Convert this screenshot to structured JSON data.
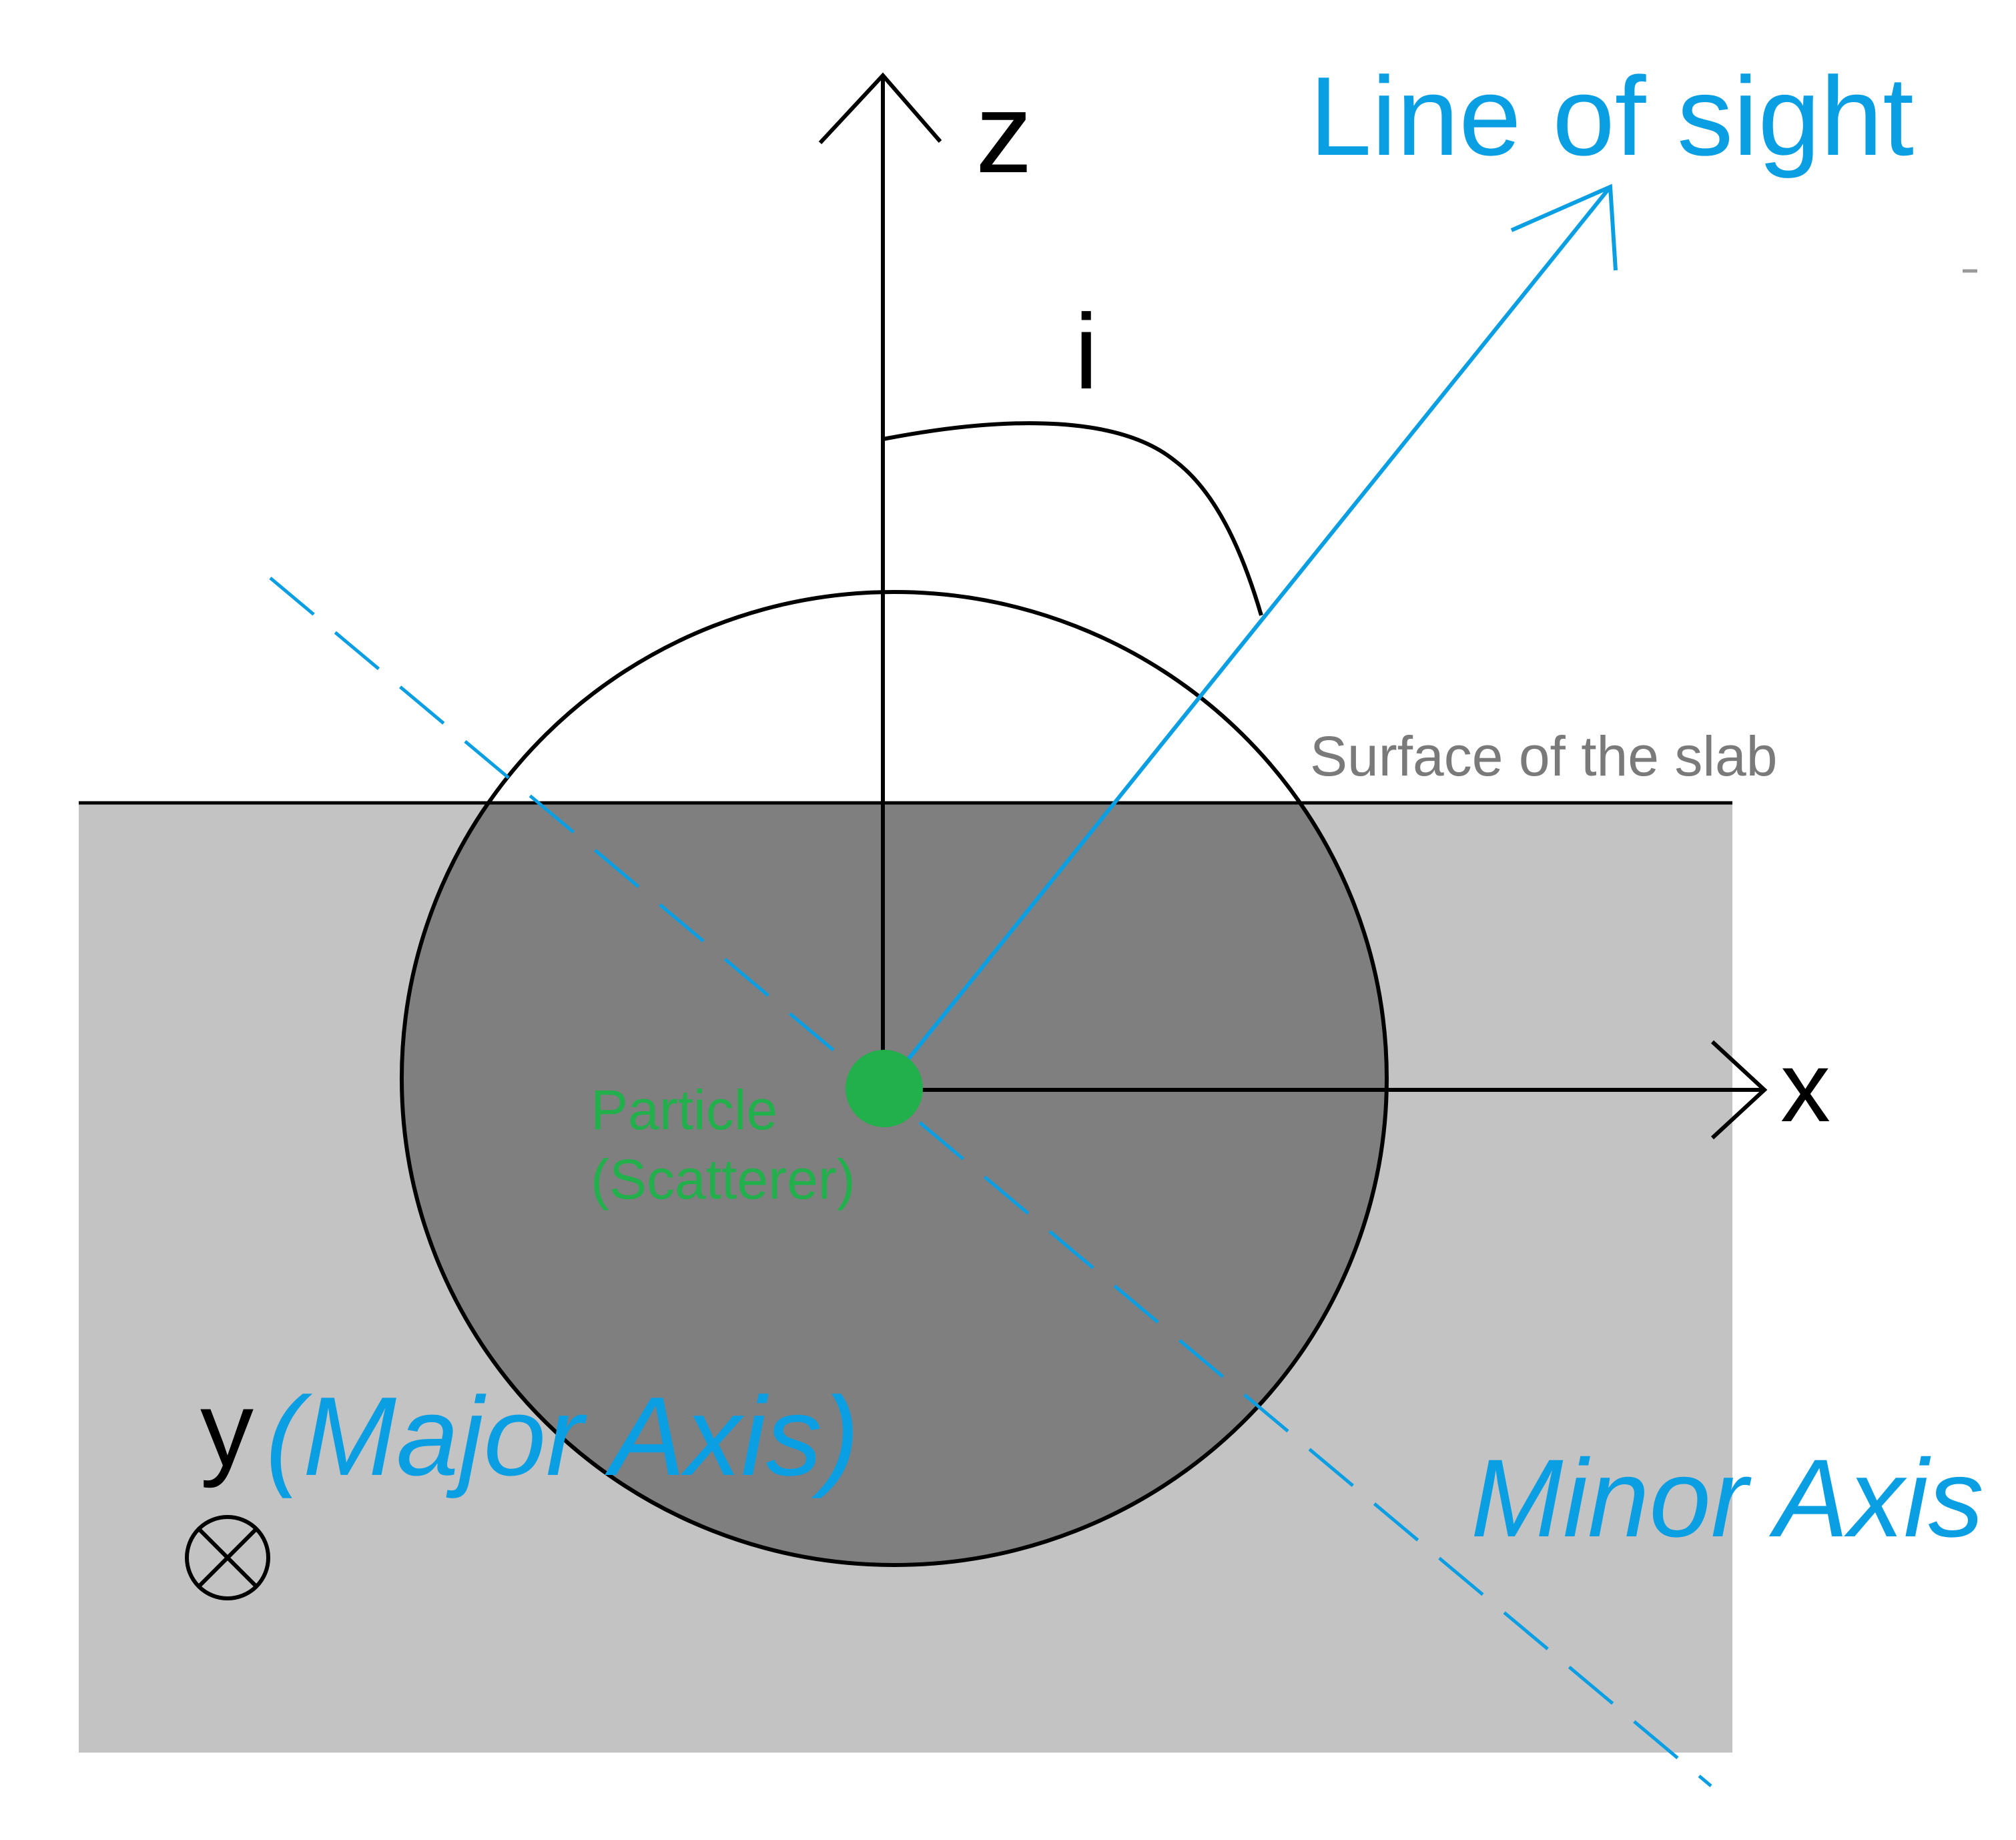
{
  "labels": {
    "z_axis": "z",
    "x_axis": "x",
    "y_axis": "y",
    "angle": "i",
    "line_of_sight": "Line of sight",
    "surface": "Surface of the slab",
    "particle_line1": "Particle",
    "particle_line2": "(Scatterer)",
    "major_axis": "(Major Axis)",
    "minor_axis": "Minor Axis"
  },
  "colors": {
    "background": "#ffffff",
    "slab": "#c3c3c3",
    "disk_in_slab": "#7f7f7f",
    "outline": "#000000",
    "sight_blue": "#0a9ee3",
    "particle_green": "#21b04b",
    "surface_text": "#7a7a7a"
  },
  "icons": {
    "y_axis_direction": "circled-times-icon"
  }
}
